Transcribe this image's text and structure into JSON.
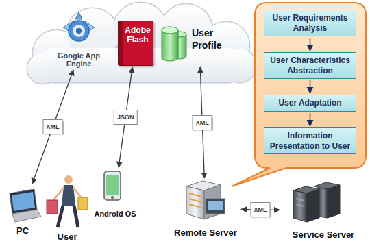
{
  "diagram": {
    "nodes": [
      {
        "text": [
          "Google App Engine"
        ]
      },
      {
        "text": [
          "Adobe Flash"
        ]
      },
      {
        "text": [
          "User Profile"
        ]
      },
      {
        "text": [
          "User Requirements Analysis"
        ]
      },
      {
        "text": [
          "User Characteristics Abstraction"
        ]
      },
      {
        "text": [
          "User Adaptation"
        ]
      },
      {
        "text": [
          "Information Presentation to User"
        ]
      },
      {
        "text": [
          "PC"
        ]
      },
      {
        "text": [
          "User"
        ]
      },
      {
        "text": [
          "Android OS"
        ]
      },
      {
        "text": [
          "Remote Server"
        ]
      },
      {
        "text": [
          "Service Server"
        ]
      }
    ],
    "edges": [
      {
        "from": 0,
        "to": 7,
        "label": "XML",
        "arrow": "both"
      },
      {
        "from": 1,
        "to": 9,
        "label": "JSON",
        "arrow": "both"
      },
      {
        "from": 2,
        "to": 10,
        "label": "XML",
        "arrow": "both"
      },
      {
        "from": 10,
        "to": 11,
        "label": "XML",
        "arrow": "both"
      },
      {
        "from": 3,
        "to": 4,
        "arrow": "to"
      },
      {
        "from": 4,
        "to": 5,
        "arrow": "to"
      },
      {
        "from": 5,
        "to": 6,
        "arrow": "to"
      }
    ]
  }
}
